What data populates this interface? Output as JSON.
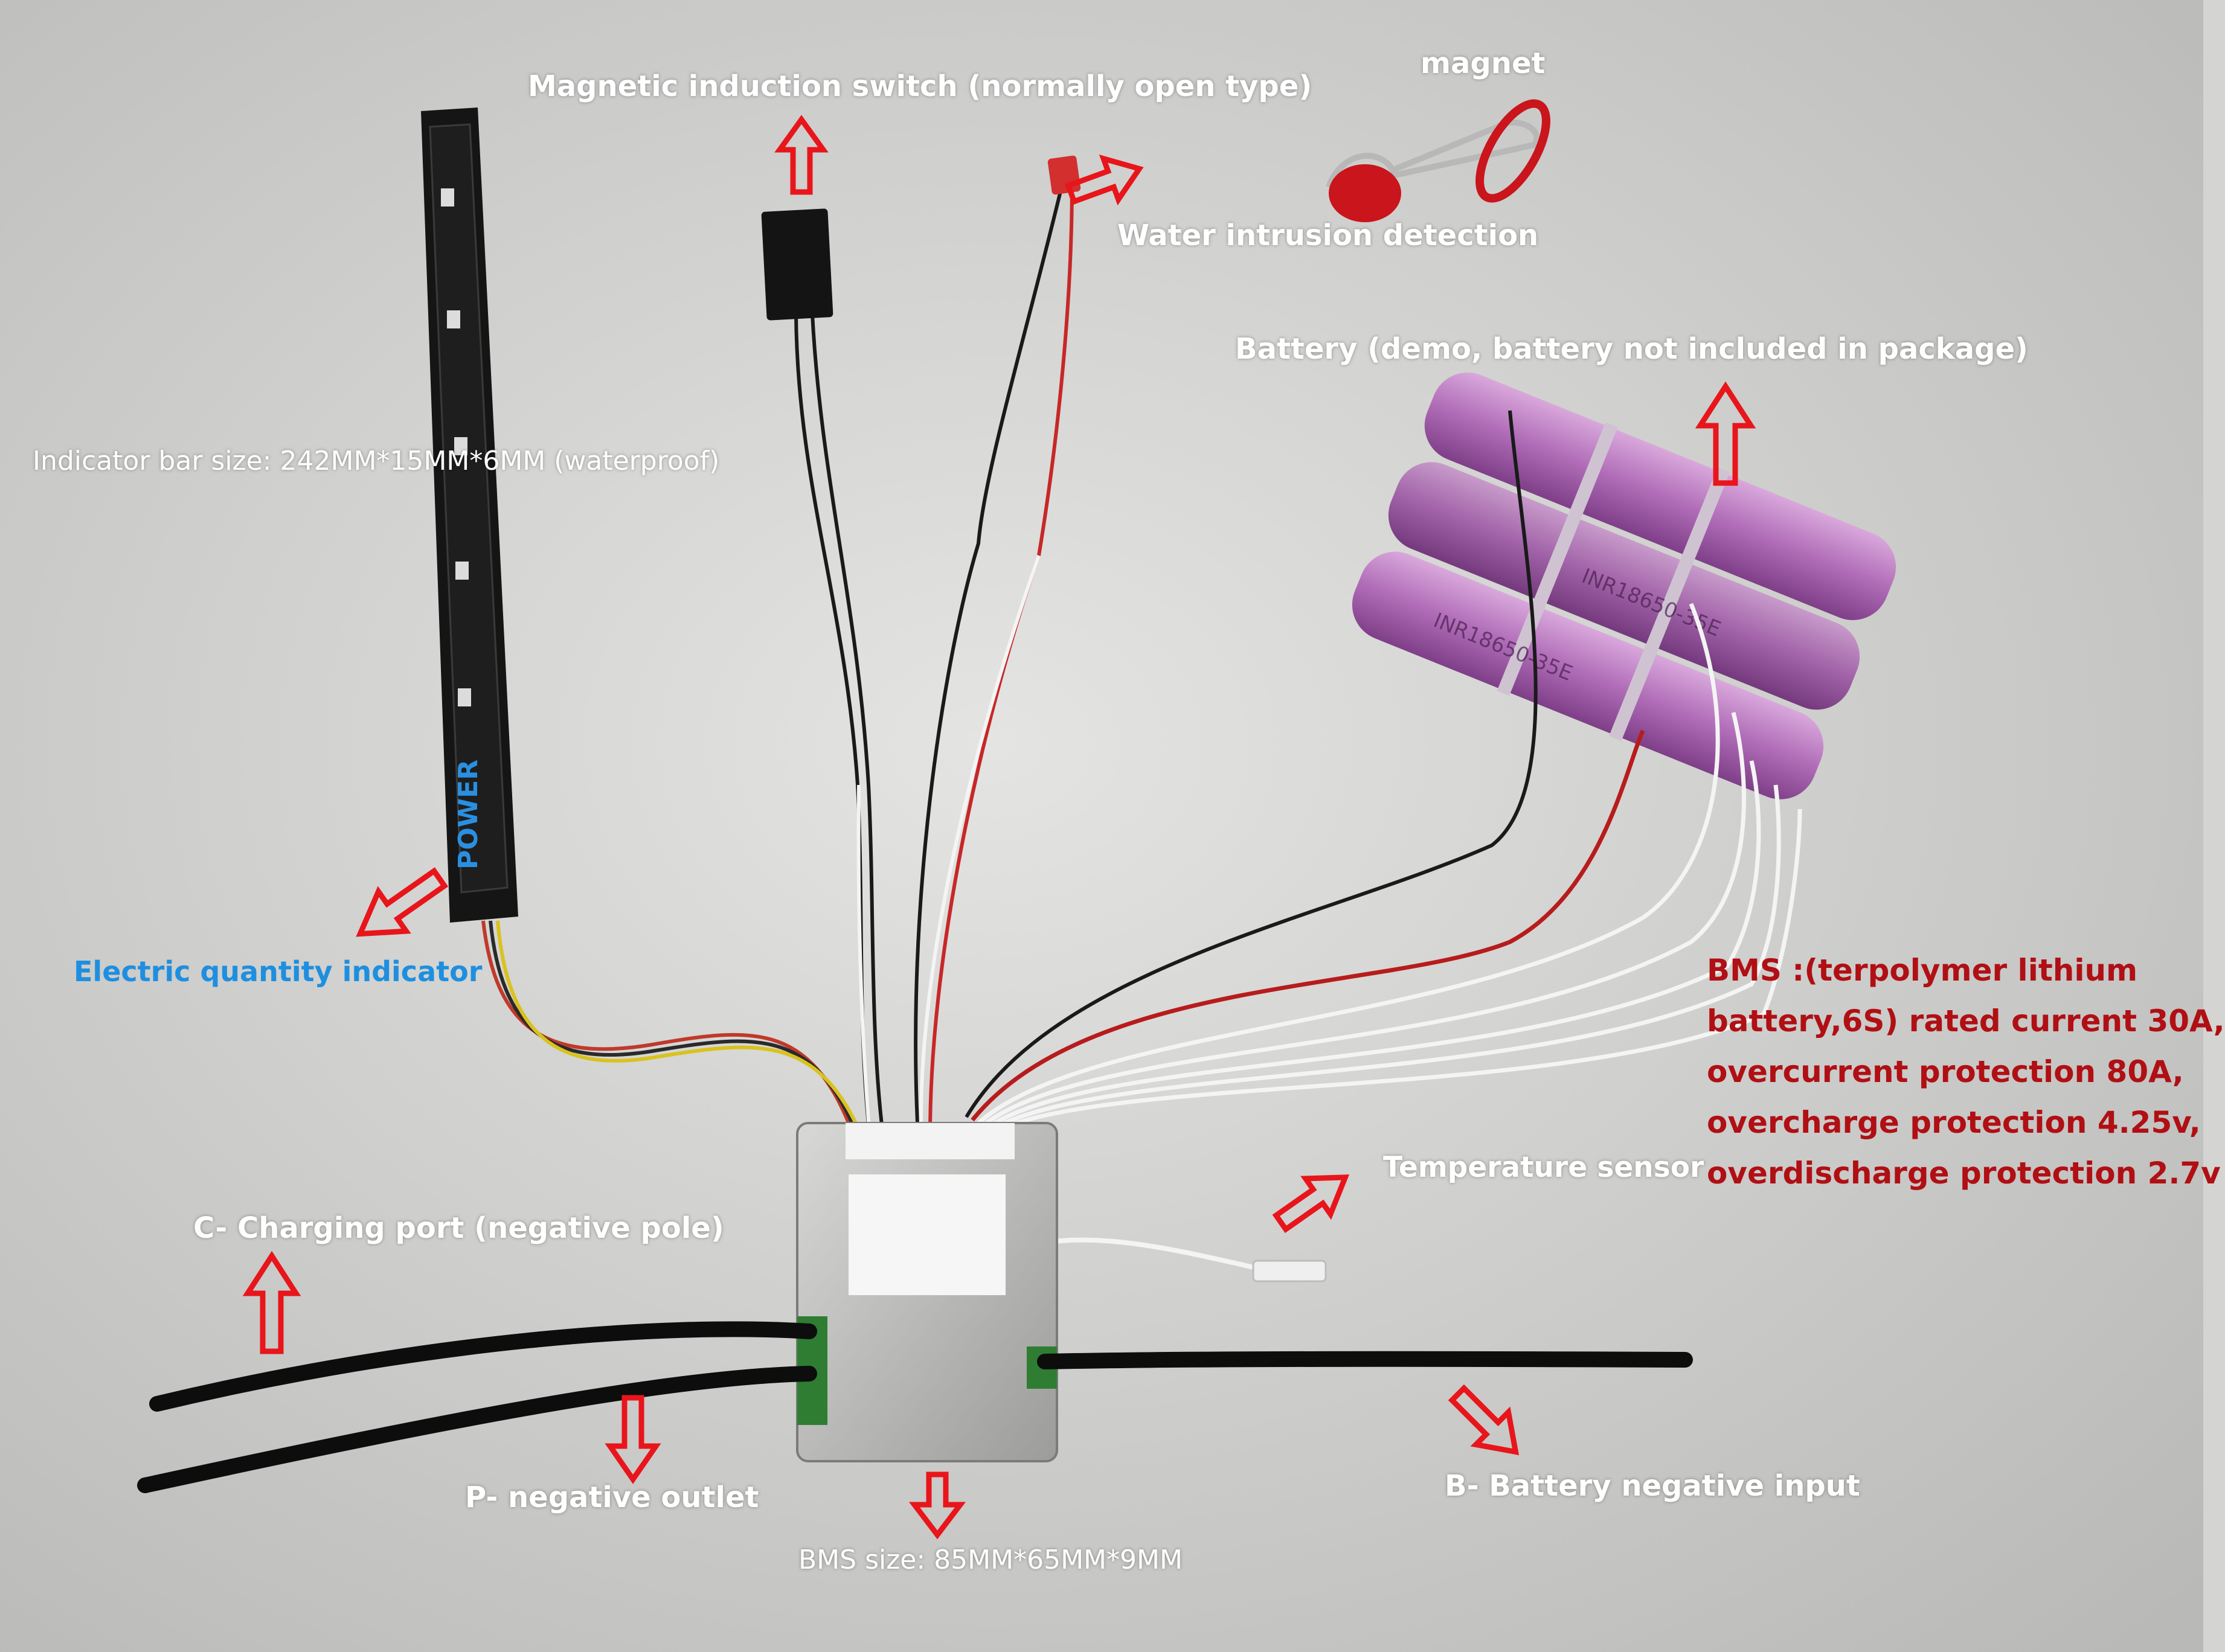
{
  "photo": {
    "background_color": "#d4d4d2",
    "arrow_color": "#e8151b",
    "label_color": "#ffffff",
    "indicator_label_color": "#1e8fe0",
    "spec_color": "#b00f14"
  },
  "labels": {
    "magnetic_switch": "Magnetic induction switch (normally open type)",
    "magnet": "magnet",
    "water_detection": "Water intrusion detection",
    "battery": "Battery (demo, battery not included in package)",
    "indicator_size": "Indicator bar size: 242MM*15MM*6MM (waterproof)",
    "electric_indicator": "Electric quantity indicator",
    "temperature_sensor": "Temperature sensor",
    "charging_port": "C- Charging port (negative pole)",
    "negative_outlet": "P- negative outlet",
    "battery_negative": "B- Battery negative input",
    "bms_size": "BMS size: 85MM*65MM*9MM"
  },
  "bms_spec": {
    "lines": [
      "BMS :(terpolymer lithium",
      "battery,6S) rated current 30A,",
      "overcurrent protection 80A,",
      "overcharge protection 4.25v,",
      "overdischarge protection 2.7v"
    ]
  },
  "indicator_bar": {
    "logo_text": "POWER"
  }
}
